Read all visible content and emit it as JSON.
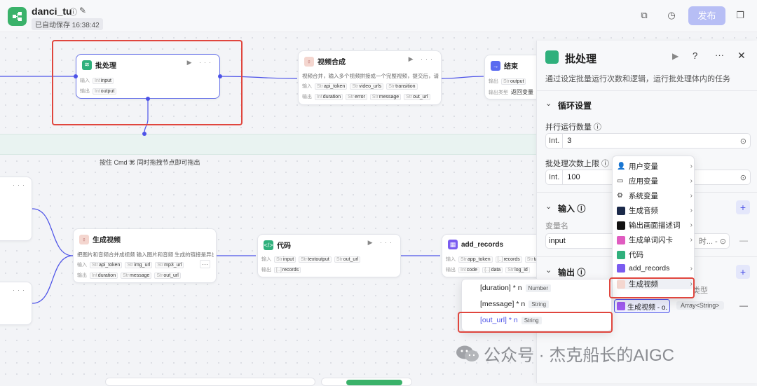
{
  "topbar": {
    "app_title": "danci_tu",
    "save_status": "已自动保存 16:38:42",
    "publish_label": "发布"
  },
  "canvas": {
    "hint": "按住 Cmd ⌘ 同时拖拽节点即可拖出"
  },
  "nodes": {
    "batch": {
      "title": "批处理",
      "in_label": "输入",
      "out_label": "输出",
      "in_type": "Int",
      "in_name": "input",
      "out_type": "Int",
      "out_name": "output"
    },
    "video_merge": {
      "title": "视频合成",
      "desc": "视频合并，输入多个视频拼接成一个完整视频，提交后，请使...",
      "in_label": "输入",
      "out_label": "输出",
      "inputs": [
        {
          "t": "Str",
          "n": "api_token"
        },
        {
          "t": "Str",
          "n": "video_urls"
        },
        {
          "t": "Str",
          "n": "transition"
        }
      ],
      "outputs": [
        {
          "t": "Int",
          "n": "duration"
        },
        {
          "t": "Str",
          "n": "error"
        },
        {
          "t": "Str",
          "n": "message"
        },
        {
          "t": "Str",
          "n": "out_url"
        }
      ]
    },
    "end": {
      "title": "结束",
      "out_label": "输出",
      "out_type_label": "输出类型",
      "out_chip_t": "Str",
      "out_chip_n": "output",
      "out_value": "返回变量"
    },
    "gen_video": {
      "title": "生成视频",
      "desc": "把图片和音频合并成视频 输入图片和音频 生成的链接是异步...",
      "in_label": "输入",
      "out_label": "输出",
      "inputs": [
        {
          "t": "Str",
          "n": "api_token"
        },
        {
          "t": "Str",
          "n": "img_url"
        },
        {
          "t": "Str",
          "n": "mp3_url"
        }
      ],
      "outputs": [
        {
          "t": "Int",
          "n": "duration"
        },
        {
          "t": "Str",
          "n": "message"
        },
        {
          "t": "Str",
          "n": "out_url"
        }
      ]
    },
    "code": {
      "title": "代码",
      "in_label": "输入",
      "out_label": "输出",
      "inputs": [
        {
          "t": "Str",
          "n": "input"
        },
        {
          "t": "Str",
          "n": "textoutput"
        },
        {
          "t": "Str",
          "n": "out_url"
        }
      ],
      "outputs": [
        {
          "t": "[..]",
          "n": "records"
        }
      ]
    },
    "add_records": {
      "title": "add_records",
      "in_label": "输入",
      "out_label": "输出",
      "inputs": [
        {
          "t": "Str",
          "n": "app_token"
        },
        {
          "t": "[..]",
          "n": "records"
        },
        {
          "t": "Str",
          "n": "ta"
        }
      ],
      "outputs": [
        {
          "t": "Int",
          "n": "code"
        },
        {
          "t": "{..}",
          "n": "data"
        },
        {
          "t": "Str",
          "n": "log_id"
        }
      ]
    }
  },
  "panel": {
    "title": "批处理",
    "desc": "通过设定批量运行次数和逻辑，运行批处理体内的任务",
    "loop_section": "循环设置",
    "parallel_label": "并行运行数量",
    "parallel_type": "Int.",
    "parallel_value": "3",
    "max_label": "批处理次数上限",
    "max_type": "Int.",
    "max_value": "100",
    "input_section": "输入",
    "var_name_label": "变量名",
    "input_var_value": "input",
    "input_ref_tail": "时... -",
    "output_section": "输出",
    "type_label": "类型",
    "output_ref": "生成视频 - o.",
    "output_type": "Array<String>"
  },
  "var_menu": {
    "items": [
      {
        "label": "用户变量",
        "icon": "user-icon"
      },
      {
        "label": "应用变量",
        "icon": "folder-icon"
      },
      {
        "label": "系统变量",
        "icon": "gear-icon"
      },
      {
        "label": "生成音频",
        "icon": "audio-icon"
      },
      {
        "label": "输出画面描述词",
        "icon": "ghost-icon"
      },
      {
        "label": "生成单词闪卡",
        "icon": "card-icon"
      },
      {
        "label": "代码",
        "icon": "code-icon"
      },
      {
        "label": "add_records",
        "icon": "table-icon"
      },
      {
        "label": "生成视频",
        "icon": "avatar-icon"
      }
    ]
  },
  "sub_menu": {
    "items": [
      {
        "label": "[duration] * n",
        "type": "Number"
      },
      {
        "label": "[message] * n",
        "type": "String"
      },
      {
        "label": "[out_url] * n",
        "type": "String"
      }
    ]
  },
  "watermark": "公众号 · 杰克船长的AIGC",
  "colors": {
    "accent": "#4d53e8",
    "highlight": "#e0463e",
    "publish_disabled": "#b7bef5",
    "brand_green": "#3ab26a"
  }
}
